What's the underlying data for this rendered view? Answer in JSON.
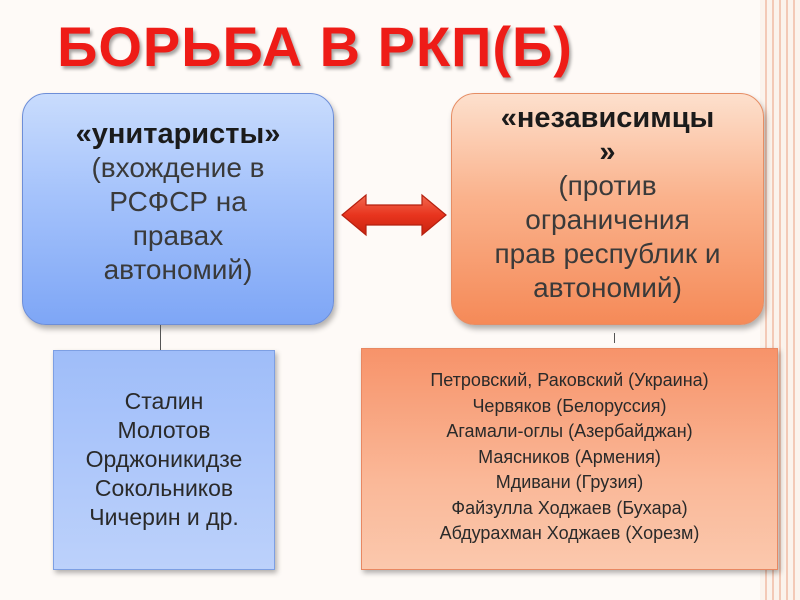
{
  "title": "БОРЬБА В РКП(Б)",
  "unitarists": {
    "heading": "«унитаристы»",
    "description": [
      "(вхождение в",
      "РСФСР на",
      "правах",
      "автономий)"
    ],
    "members": [
      "Сталин",
      "Молотов",
      "Орджоникидзе",
      "Сокольников",
      "Чичерин и др."
    ]
  },
  "independents": {
    "heading": [
      "«независимцы",
      "»"
    ],
    "description": [
      "(против",
      "ограничения",
      "прав республик и",
      "автономий)"
    ],
    "members": [
      "Петровский, Раковский (Украина)",
      "Червяков (Белоруссия)",
      "Агамали-оглы (Азербайджан)",
      "Маясников (Армения)",
      "Мдивани (Грузия)",
      "Файзулла Ходжаев (Бухара)",
      "Абдурахман Ходжаев (Хорезм)"
    ]
  },
  "colors": {
    "title": "#ee1c17",
    "unitarists_fill": "#a4c2fb",
    "independents_fill": "#fab28c",
    "arrow": "#e8341e"
  },
  "arrow_icon": "double-headed-arrow-icon"
}
